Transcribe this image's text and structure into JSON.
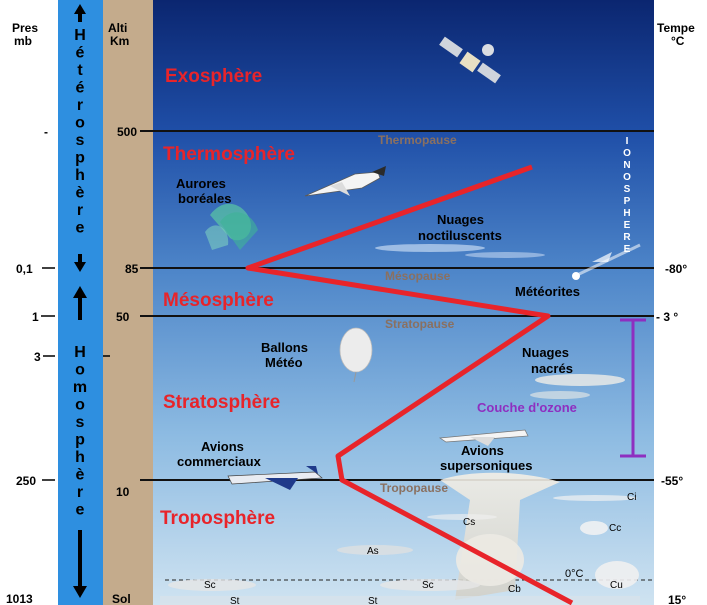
{
  "columns": {
    "pressure_header": [
      "Pres",
      "mb"
    ],
    "altitude_header": [
      "Alti",
      "Km"
    ],
    "temperature_header": [
      "Tempe",
      "°C"
    ]
  },
  "pressure_labels": [
    "-",
    "0,1",
    "1",
    "3",
    "250",
    "1013"
  ],
  "altitude_labels": [
    "500",
    "85",
    "50",
    "10",
    "Sol"
  ],
  "temperature_labels": [
    "-80°",
    "- 3 °",
    "-55°",
    "15°"
  ],
  "vertical_words": {
    "heterosphere": "Hétérosphère",
    "homosphere": "Homosphère",
    "ionosphere": "IONOSPHERE"
  },
  "layers": {
    "exosphere": "Exosphère",
    "thermosphere": "Thermosphère",
    "mesosphere": "Mésosphère",
    "stratosphere": "Stratosphère",
    "troposphere": "Troposphère"
  },
  "pauses": {
    "thermopause": "Thermopause",
    "mesopause": "Mésopause",
    "stratopause": "Stratopause",
    "tropopause": "Tropopause"
  },
  "annotations": {
    "aurores": [
      "Aurores",
      "boréales"
    ],
    "nuages_noct": [
      "Nuages",
      "noctiluscents"
    ],
    "meteorites": "Météorites",
    "ballons": [
      "Ballons",
      "Météo"
    ],
    "nuages_nacres": [
      "Nuages",
      "nacrés"
    ],
    "ozone": "Couche d'ozone",
    "avions_comm": [
      "Avions",
      "commerciaux"
    ],
    "avions_super": [
      "Avions",
      "supersoniques"
    ]
  },
  "cloud_labels": [
    "Ci",
    "Cs",
    "Cc",
    "As",
    "Sc",
    "Sc",
    "Cb",
    "Cu",
    "St",
    "St"
  ],
  "freezing_label": "0°C",
  "colors": {
    "sky_top": "#0d2a78",
    "sky_bottom": "#bcd9ee",
    "left_bar": "#2e8fe0",
    "altitude_bar": "#c4ab8c",
    "layer_title": "#e8242a",
    "pause_label": "#8a7060",
    "temperature_curve": "#e8242a",
    "ozone_bar": "#8e2fc0"
  }
}
